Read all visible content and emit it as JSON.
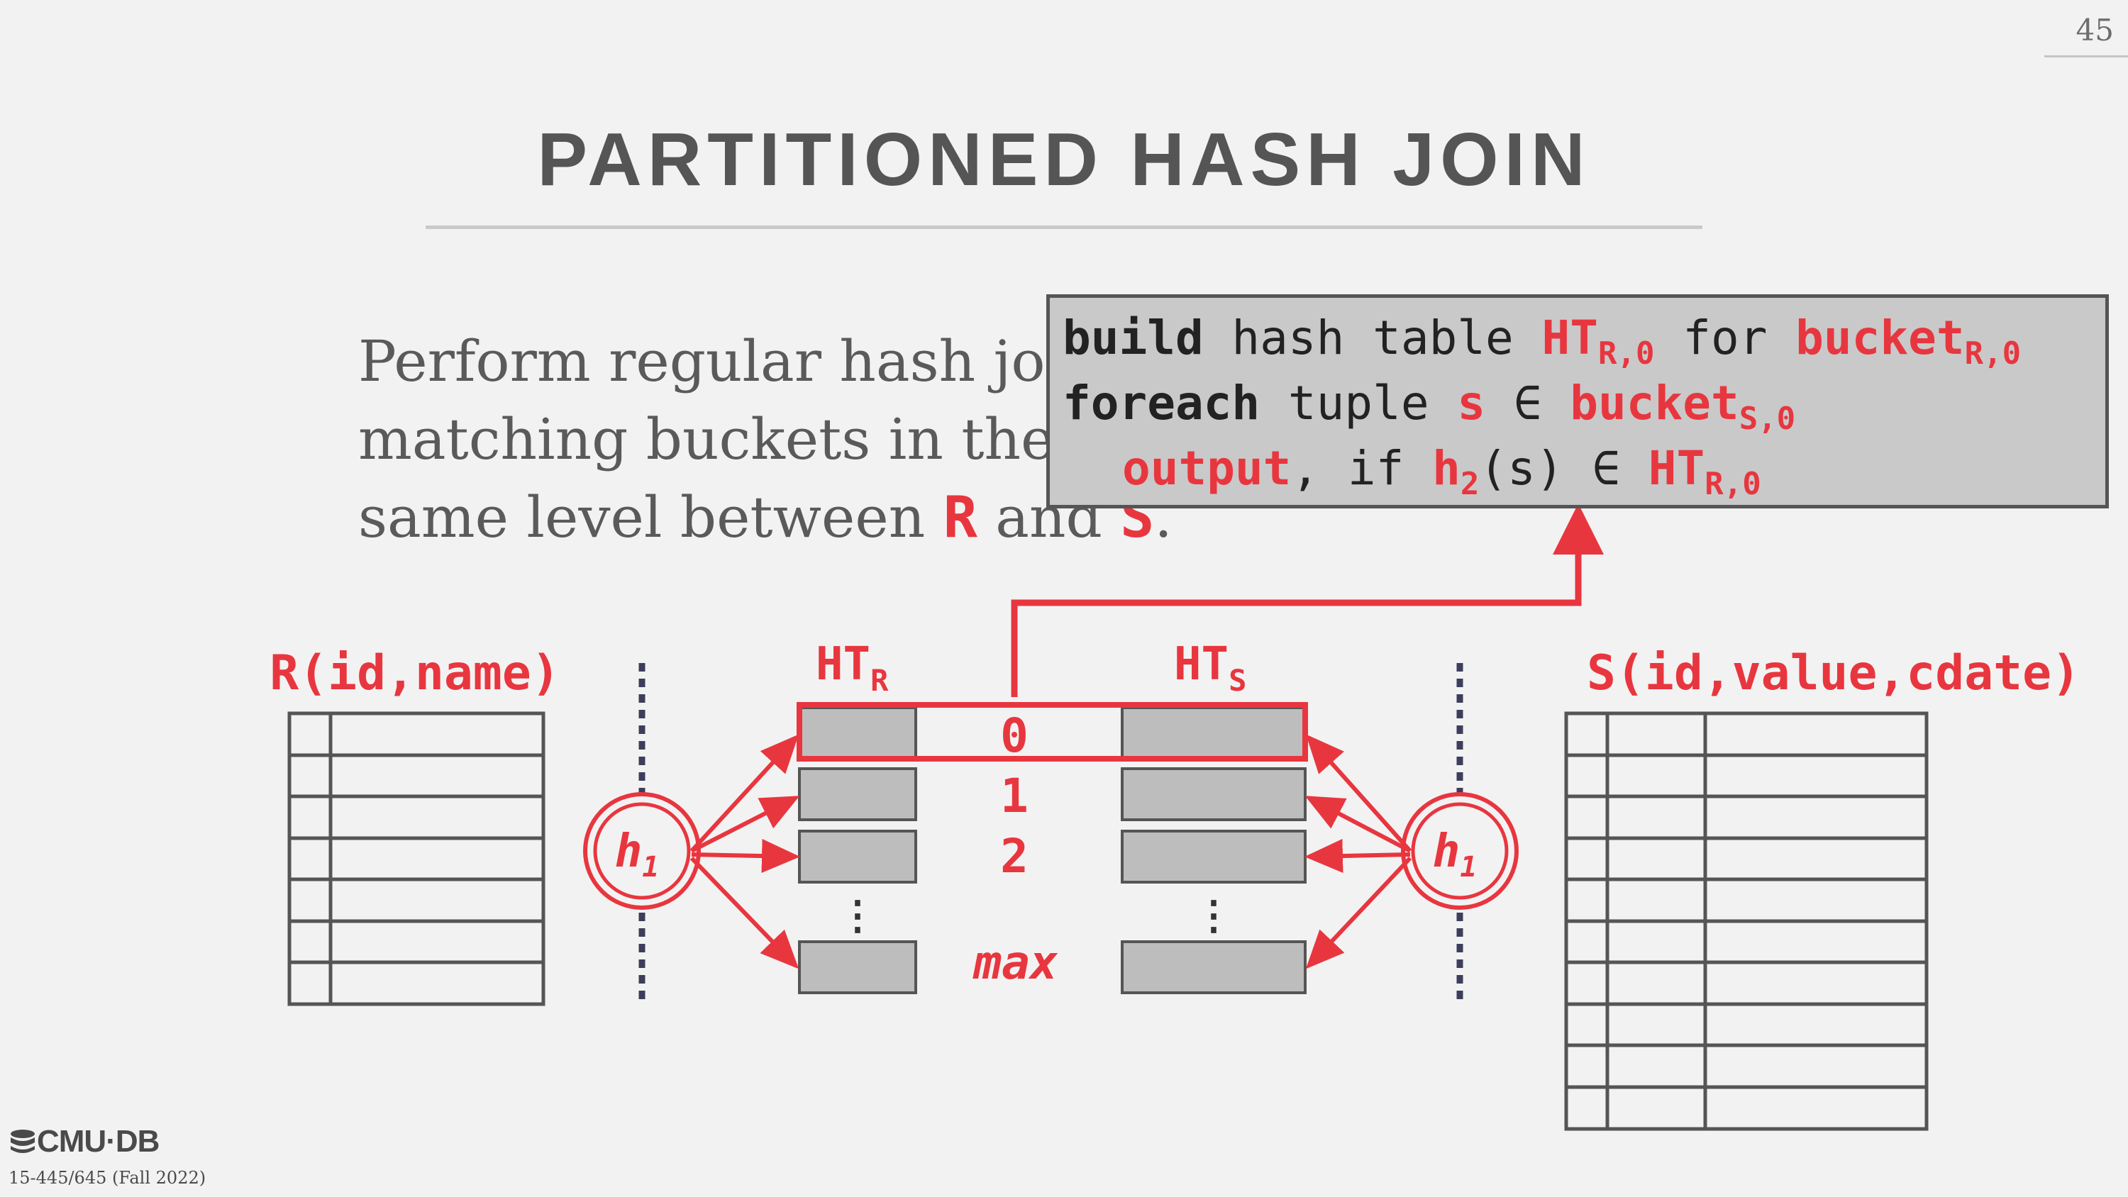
{
  "page_number": "45",
  "title": "PARTITIONED HASH JOIN",
  "body": {
    "line1": "Perform regular hash join on",
    "line2": "matching buckets in the",
    "line3_prefix": "same level between ",
    "rel_r": "R",
    "line3_mid": " and ",
    "rel_s": "S",
    "line3_suffix": "."
  },
  "code": {
    "line1": {
      "kw": "build",
      "text1": " hash table ",
      "ht": "HT",
      "ht_sub": "R,0",
      "text2": " for ",
      "bucket": "bucket",
      "bucket_sub": "R,0"
    },
    "line2": {
      "kw": "foreach",
      "text1": " tuple ",
      "var": "s",
      "text2": " ∈ ",
      "bucket": "bucket",
      "bucket_sub": "S,0"
    },
    "line3": {
      "kw": "output",
      "text1": ", if ",
      "fn": "h",
      "fn_sub": "2",
      "arg": "(s)",
      "text2": " ∈ ",
      "ht": "HT",
      "ht_sub": "R,0"
    }
  },
  "diagram": {
    "relation_r": "R(id,name)",
    "relation_s": "S(id,value,cdate)",
    "ht_r": {
      "label": "HT",
      "sub": "R"
    },
    "ht_s": {
      "label": "HT",
      "sub": "S"
    },
    "hash_left": {
      "label": "h",
      "sub": "1"
    },
    "hash_right": {
      "label": "h",
      "sub": "1"
    },
    "bucket_indexes": [
      "0",
      "1",
      "2"
    ],
    "ellipsis": "⋮",
    "bucket_max": "max"
  },
  "footer": {
    "logo": "CMU·DB",
    "course": "15-445/645 (Fall 2022)"
  },
  "colors": {
    "accent": "#e8363f",
    "title": "#555555",
    "body": "#5a5a5a",
    "bucket_fill": "#bdbdbd",
    "table_line": "#555555",
    "divider": "#3d3d5c"
  },
  "icons": [
    "database-icon"
  ]
}
